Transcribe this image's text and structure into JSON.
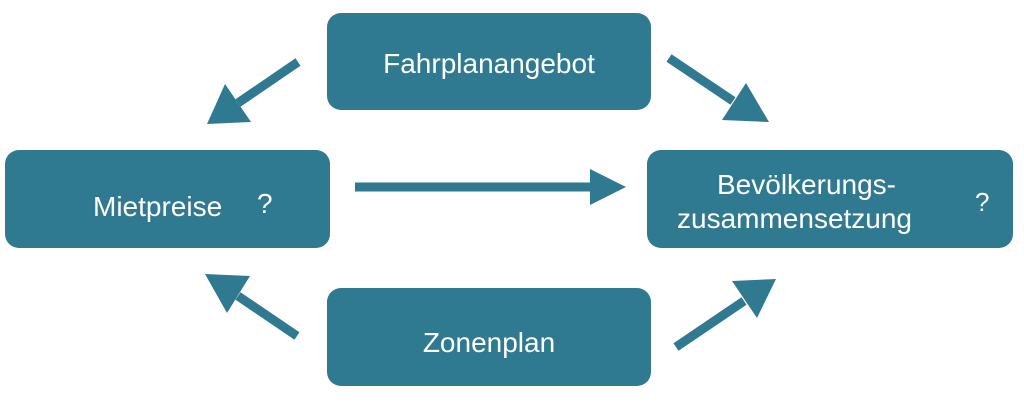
{
  "diagram": {
    "nodes": {
      "top": {
        "label": "Fahrplanangebot"
      },
      "left": {
        "label": "Mietpreise",
        "mark": "?"
      },
      "right": {
        "label_line1": "Bevölkerungs-",
        "label_line2": "zusammensetzung",
        "mark": "?"
      },
      "bottom": {
        "label": "Zonenplan"
      }
    },
    "edges": [
      {
        "from": "top",
        "to": "left"
      },
      {
        "from": "top",
        "to": "right"
      },
      {
        "from": "left",
        "to": "right"
      },
      {
        "from": "bottom",
        "to": "left"
      },
      {
        "from": "bottom",
        "to": "right"
      }
    ],
    "colors": {
      "node_fill": "#2f7a91",
      "node_text": "#ffffff",
      "arrow": "#2f7a91",
      "background": "#ffffff"
    }
  }
}
